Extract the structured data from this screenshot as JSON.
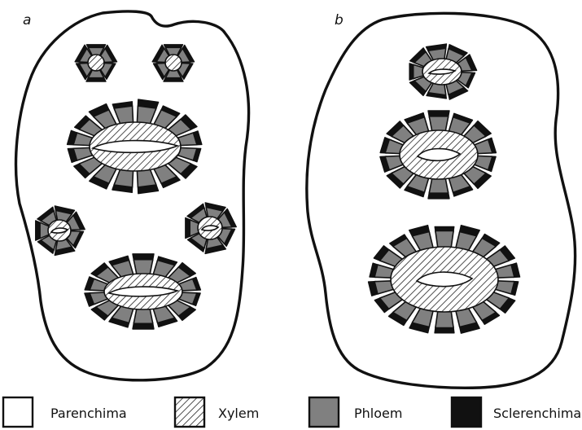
{
  "figure": {
    "panels": [
      {
        "label": "a"
      },
      {
        "label": "b"
      }
    ],
    "legend": [
      {
        "label": "Parenchima",
        "fill": "parenchyma"
      },
      {
        "label": "Xylem",
        "fill": "xylem"
      },
      {
        "label": "Phloem",
        "fill": "phloem"
      },
      {
        "label": "Sclerenchima",
        "fill": "sclerenchyma"
      }
    ]
  },
  "colors": {
    "outline": "#111111",
    "parenchyma": "#ffffff",
    "phloem": "#808080",
    "sclerenchyma": "#111111",
    "xylem_hatch": "#222222"
  }
}
